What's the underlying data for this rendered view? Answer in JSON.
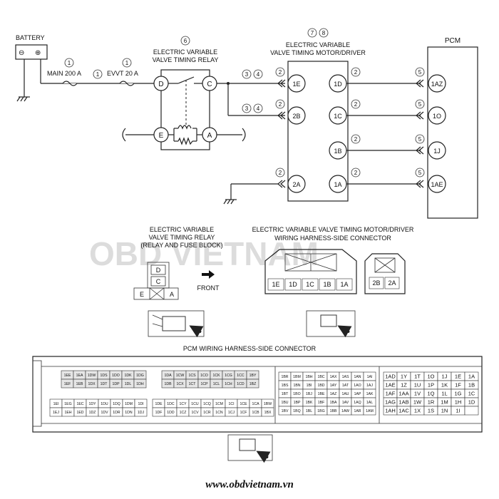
{
  "top": {
    "battery_label": "BATTERY",
    "battery_minus": "⊖",
    "battery_plus": "⊕",
    "fuse_main_label": "MAIN 200 A",
    "fuse_evvt_label": "EVVT 20 A",
    "relay_title_line1": "ELECTRIC VARIABLE",
    "relay_title_line2": "VALVE TIMING RELAY",
    "motor_title_line1": "ELECTRIC VARIABLE",
    "motor_title_line2": "VALVE TIMING MOTOR/DRIVER",
    "pcm_label": "PCM",
    "note_1": "1",
    "note_2": "2",
    "note_3": "3",
    "note_4": "4",
    "note_5": "5",
    "note_6": "6",
    "note_7": "7",
    "note_8": "8",
    "relay_pins": {
      "D": "D",
      "C": "C",
      "E": "E",
      "A": "A"
    },
    "motor_pins": {
      "1E": "1E",
      "2B": "2B",
      "2A": "2A",
      "1D": "1D",
      "1C": "1C",
      "1B": "1B",
      "1A": "1A"
    },
    "pcm_pins": {
      "1AZ": "1AZ",
      "1O": "1O",
      "1J": "1J",
      "1AE": "1AE"
    }
  },
  "middle": {
    "relay_conn_title_line1": "ELECTRIC VARIABLE",
    "relay_conn_title_line2": "VALVE TIMING RELAY",
    "relay_conn_title_line3": "(RELAY AND FUSE BLOCK)",
    "relay_conn_pins": {
      "D": "D",
      "C": "C",
      "E": "E",
      "A": "A"
    },
    "front_label": "FRONT",
    "motor_conn_title_line1": "ELECTRIC VARIABLE VALVE TIMING MOTOR/DRIVER",
    "motor_conn_title_line2": "WIRING HARNESS-SIDE CONNECTOR",
    "motor_conn_pins": [
      "1E",
      "1D",
      "1C",
      "1B",
      "1A"
    ],
    "motor_conn_small_pins": [
      "2B",
      "2A"
    ]
  },
  "pcm_connector": {
    "title": "PCM WIRING HARNESS-SIDE CONNECTOR",
    "block1_rows": [
      [
        "1EE",
        "1EA",
        "1DW",
        "1DS",
        "1DO",
        "1DK",
        "1DG"
      ],
      [
        "1EF",
        "1EB",
        "1DX",
        "1DT",
        "1DP",
        "1DL",
        "1DH"
      ]
    ],
    "block1_lower_rows": [
      [
        "1EI",
        "1EG",
        "1EC",
        "1DY",
        "1DU",
        "1DQ",
        "1DM",
        "1DI"
      ],
      [
        "1EJ",
        "1EH",
        "1ED",
        "1DZ",
        "1DV",
        "1DR",
        "1DN",
        "1DJ"
      ]
    ],
    "block2_rows": [
      [
        "1DA",
        "1CW",
        "1CS",
        "1CO",
        "1CK",
        "1CG",
        "1CC",
        "1BY"
      ],
      [
        "1DB",
        "1CX",
        "1CT",
        "1CP",
        "1CL",
        "1CH",
        "1CD",
        "1BZ"
      ]
    ],
    "block2_lower_rows": [
      [
        "1DE",
        "1DC",
        "1CY",
        "1CU",
        "1CQ",
        "1CM",
        "1CI",
        "1CE",
        "1CA",
        "1BW"
      ],
      [
        "1DF",
        "1DD",
        "1CZ",
        "1CV",
        "1CR",
        "1CN",
        "1CJ",
        "1CF",
        "1CB",
        "1BX"
      ]
    ],
    "block3_rows": [
      [
        "1BR",
        "1BM",
        "1BH",
        "1BC",
        "1AX",
        "1AS",
        "1AN",
        "1AI"
      ],
      [
        "1BS",
        "1BN",
        "1BI",
        "1BD",
        "1AY",
        "1AT",
        "1AO",
        "1AJ"
      ],
      [
        "1BT",
        "1BO",
        "1BJ",
        "1BE",
        "1AZ",
        "1AU",
        "1AP",
        "1AK"
      ],
      [
        "1BU",
        "1BP",
        "1BK",
        "1BF",
        "1BA",
        "1AV",
        "1AQ",
        "1AL"
      ],
      [
        "1BV",
        "1BQ",
        "1BL",
        "1BG",
        "1BB",
        "1AW",
        "1AR",
        "1AM"
      ]
    ],
    "block4_rows": [
      [
        "1AD",
        "1Y",
        "1T",
        "1O",
        "1J",
        "1E",
        "1A"
      ],
      [
        "1AE",
        "1Z",
        "1U",
        "1P",
        "1K",
        "1F",
        "1B"
      ],
      [
        "1AF",
        "1AA",
        "1V",
        "1Q",
        "1L",
        "1G",
        "1C"
      ],
      [
        "1AG",
        "1AB",
        "1W",
        "1R",
        "1M",
        "1H",
        "1D"
      ],
      [
        "1AH",
        "1AC",
        "1X",
        "1S",
        "1N",
        "1I",
        ""
      ]
    ]
  },
  "watermark": {
    "brand": "OBD VIETNAM",
    "sub": "VIETNAM"
  },
  "footer": {
    "url": "www.obdvietnam.vn"
  }
}
